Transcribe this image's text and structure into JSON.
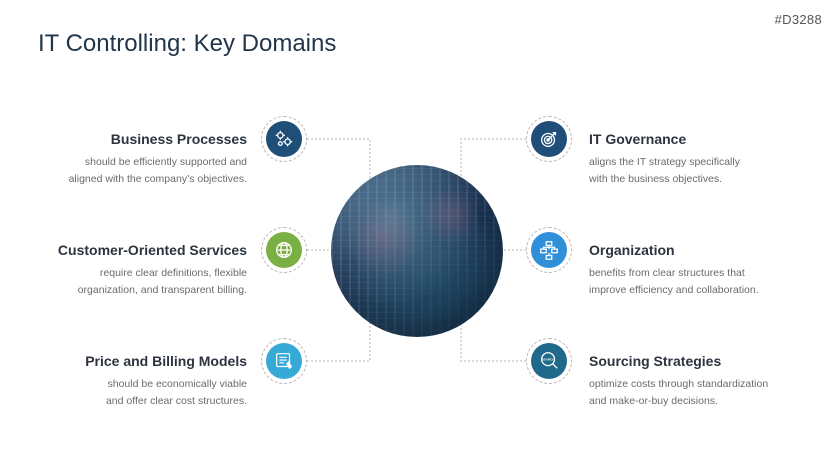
{
  "slide_id": "#D3288",
  "title": "IT Controlling: Key Domains",
  "colors": {
    "dark_blue": "#1f4e79",
    "green": "#7ab043",
    "light_blue": "#36a9d6",
    "bright_blue": "#2f8fd8",
    "teal": "#1f6a8a",
    "connector": "#b5b5b5"
  },
  "left_items": [
    {
      "title": "Business Processes",
      "desc1": "should be efficiently supported and",
      "desc2": "aligned with the company’s objectives.",
      "icon": "gears-icon"
    },
    {
      "title": "Customer-Oriented Services",
      "desc1": "require clear definitions, flexible",
      "desc2": "organization, and transparent billing.",
      "icon": "globe-icon"
    },
    {
      "title": "Price and Billing Models",
      "desc1": "should be economically viable",
      "desc2": "and offer clear cost structures.",
      "icon": "billing-icon"
    }
  ],
  "right_items": [
    {
      "title": "IT Governance",
      "desc1": "aligns the IT strategy specifically",
      "desc2": "with the business objectives.",
      "icon": "target-icon"
    },
    {
      "title": "Organization",
      "desc1": "benefits from clear structures that",
      "desc2": "improve efficiency and collaboration.",
      "icon": "org-chart-icon"
    },
    {
      "title": "Sourcing Strategies",
      "desc1": "optimize costs through standardization",
      "desc2": "and make-or-buy decisions.",
      "icon": "search-magnifier-icon",
      "icon_label": "SEARCH"
    }
  ]
}
